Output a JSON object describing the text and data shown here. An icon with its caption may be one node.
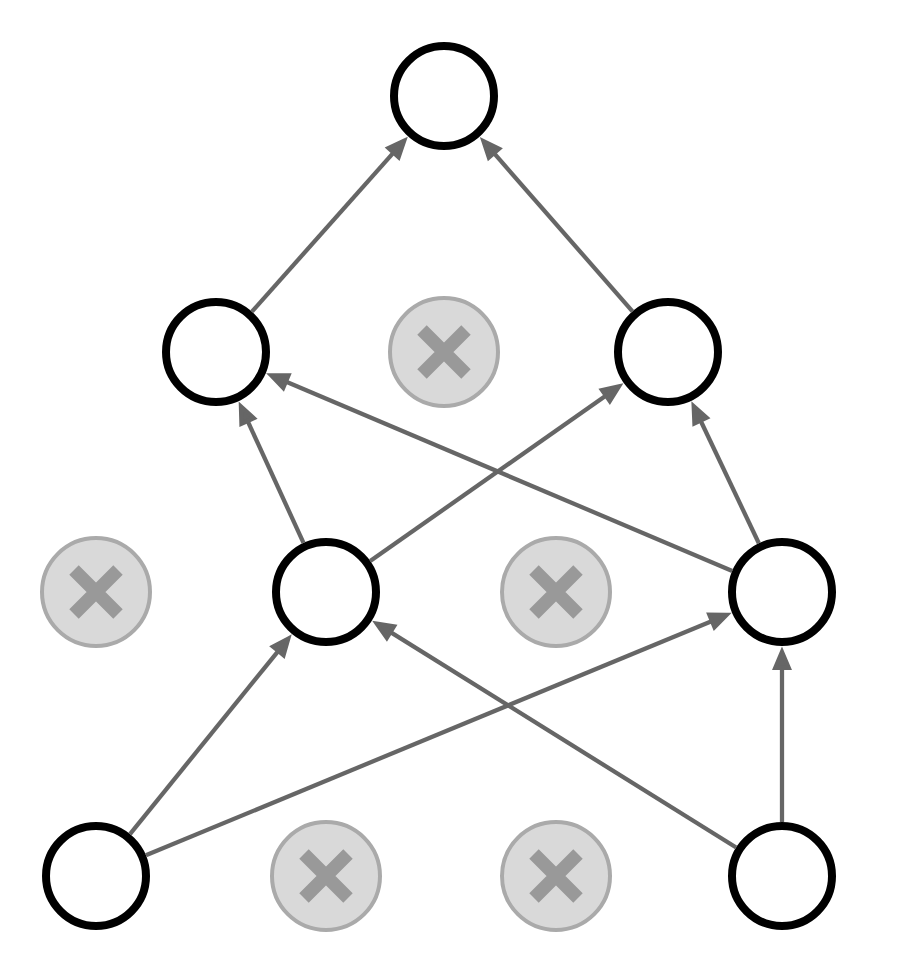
{
  "diagram": {
    "nodes": [
      {
        "text": [],
        "shape": "circle"
      },
      {
        "text": [],
        "shape": "circle"
      },
      {
        "text": [],
        "shape": "crossed-circle"
      },
      {
        "text": [],
        "shape": "circle"
      },
      {
        "text": [],
        "shape": "crossed-circle"
      },
      {
        "text": [],
        "shape": "circle"
      },
      {
        "text": [],
        "shape": "crossed-circle"
      },
      {
        "text": [],
        "shape": "circle"
      },
      {
        "text": [],
        "shape": "circle"
      },
      {
        "text": [],
        "shape": "crossed-circle"
      },
      {
        "text": [],
        "shape": "crossed-circle"
      },
      {
        "text": [],
        "shape": "circle"
      }
    ],
    "edges": [
      {
        "from": 1,
        "to": 0,
        "arrow": "to"
      },
      {
        "from": 3,
        "to": 0,
        "arrow": "to"
      },
      {
        "from": 5,
        "to": 1,
        "arrow": "to"
      },
      {
        "from": 5,
        "to": 3,
        "arrow": "to"
      },
      {
        "from": 7,
        "to": 1,
        "arrow": "to"
      },
      {
        "from": 7,
        "to": 3,
        "arrow": "to"
      },
      {
        "from": 8,
        "to": 5,
        "arrow": "to"
      },
      {
        "from": 8,
        "to": 7,
        "arrow": "to"
      },
      {
        "from": 11,
        "to": 5,
        "arrow": "to"
      },
      {
        "from": 11,
        "to": 7,
        "arrow": "to"
      }
    ]
  }
}
